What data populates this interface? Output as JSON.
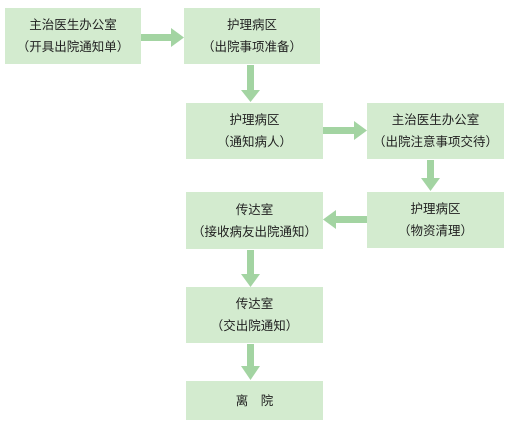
{
  "colors": {
    "box_fill": "#d3ebcf",
    "arrow": "#a3d4a2",
    "text": "#222222"
  },
  "nodes": [
    {
      "id": "n1",
      "line1": "主治医生办公室",
      "line2": "（开具出院通知单）"
    },
    {
      "id": "n2",
      "line1": "护理病区",
      "line2": "（出院事项准备）"
    },
    {
      "id": "n3",
      "line1": "护理病区",
      "line2": "（通知病人）"
    },
    {
      "id": "n4",
      "line1": "主治医生办公室",
      "line2": "（出院注意事项交待）"
    },
    {
      "id": "n5",
      "line1": "护理病区",
      "line2": "（物资清理）"
    },
    {
      "id": "n6",
      "line1": "传达室",
      "line2": "（接收病友出院通知）"
    },
    {
      "id": "n7",
      "line1": "传达室",
      "line2": "（交出院通知）"
    },
    {
      "id": "n8",
      "line1": "离　院"
    }
  ],
  "edges": [
    {
      "from": "n1",
      "to": "n2"
    },
    {
      "from": "n2",
      "to": "n3"
    },
    {
      "from": "n3",
      "to": "n4"
    },
    {
      "from": "n4",
      "to": "n5"
    },
    {
      "from": "n5",
      "to": "n6"
    },
    {
      "from": "n6",
      "to": "n7"
    },
    {
      "from": "n7",
      "to": "n8"
    }
  ]
}
